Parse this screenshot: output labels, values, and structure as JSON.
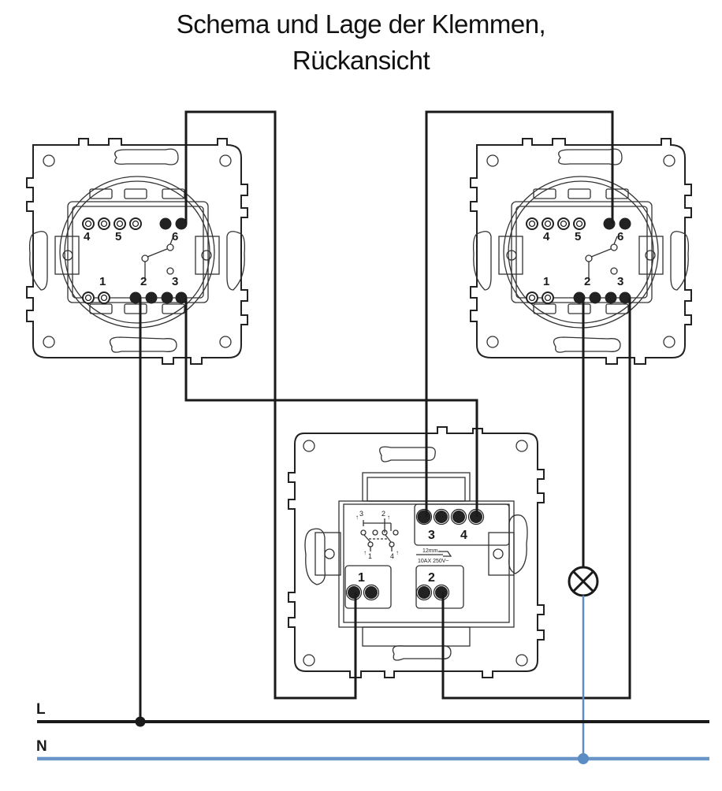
{
  "title": {
    "line1": "Schema und Lage der Klemmen,",
    "line2": "Rückansicht"
  },
  "switches": [
    {
      "id": "left-switch",
      "type": "Wechselschalter",
      "terminals": [
        "1",
        "2",
        "3",
        "4",
        "5",
        "6"
      ],
      "connected": [
        "2",
        "3",
        "6"
      ]
    },
    {
      "id": "right-switch",
      "type": "Wechselschalter",
      "terminals": [
        "1",
        "2",
        "3",
        "4",
        "5",
        "6"
      ],
      "connected": [
        "2",
        "3",
        "6"
      ]
    },
    {
      "id": "center-switch",
      "type": "Kreuzschalter",
      "terminals": [
        "1",
        "2",
        "3",
        "4"
      ],
      "connected": [
        "1",
        "2",
        "3",
        "4"
      ],
      "symbol_labels": {
        "top_left": "3",
        "top_left_arrow": "↑",
        "top_right": "2",
        "top_right_arrow": "↑",
        "bottom_left": "1",
        "bottom_left_arrow": "↑",
        "bottom_right": "4",
        "bottom_right_arrow": "↑"
      },
      "strip_length": "12mm",
      "rating": "10AX 250V~"
    }
  ],
  "lamp": {
    "symbol": "⊗",
    "name": "lamp"
  },
  "buses": [
    {
      "label": "L",
      "color": "#1a1a1a"
    },
    {
      "label": "N",
      "color": "#6a95c8"
    }
  ]
}
